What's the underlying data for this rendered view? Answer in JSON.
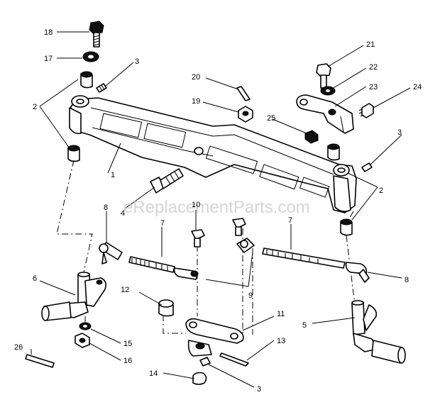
{
  "watermark": "eReplacementParts.com",
  "callouts": [
    "18",
    "17",
    "3",
    "2",
    "1",
    "4",
    "21",
    "22",
    "23",
    "24",
    "20",
    "19",
    "25",
    "3",
    "2",
    "8",
    "10",
    "7",
    "7",
    "6",
    "9",
    "8",
    "12",
    "11",
    "5",
    "15",
    "26",
    "16",
    "13",
    "14",
    "3"
  ],
  "colors": {
    "line": "#000000",
    "background": "#ffffff",
    "watermark": "#c8c8c8"
  }
}
